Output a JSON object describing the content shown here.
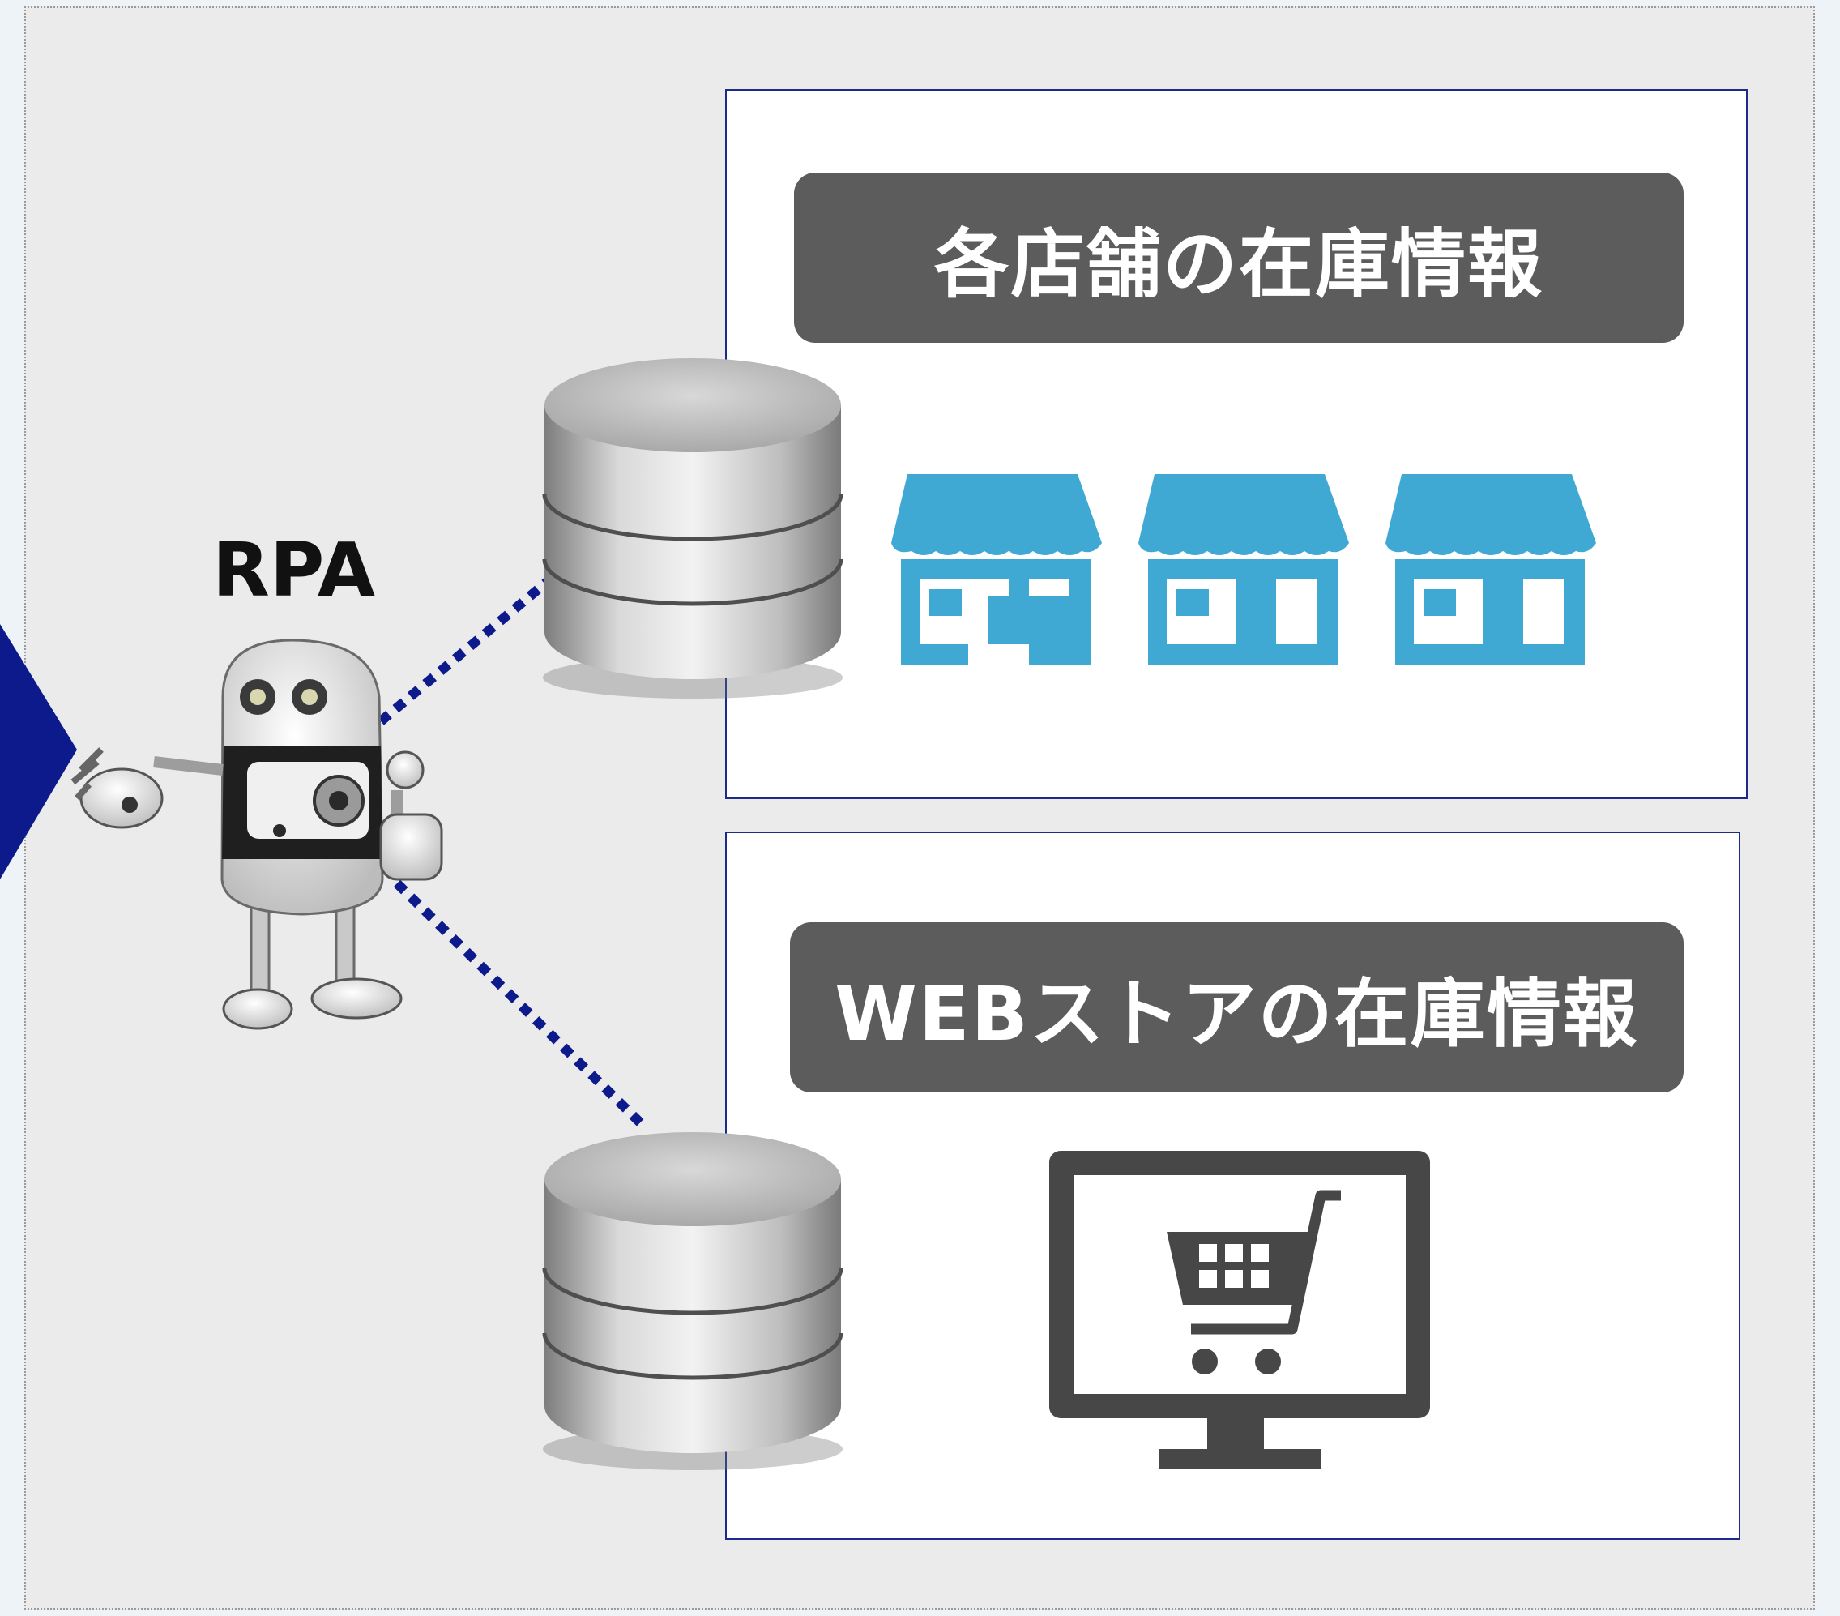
{
  "stores_section": {
    "title": "各店舗の在庫情報"
  },
  "web_section": {
    "title": "WEBストアの在庫情報"
  },
  "robot": {
    "label": "RPA"
  },
  "colors": {
    "accent": "#1c2a8c",
    "store_icon": "#3fa9d4",
    "label_bg": "#5c5c5c",
    "arrow": "#0d1a8c",
    "computer_icon": "#474747"
  }
}
